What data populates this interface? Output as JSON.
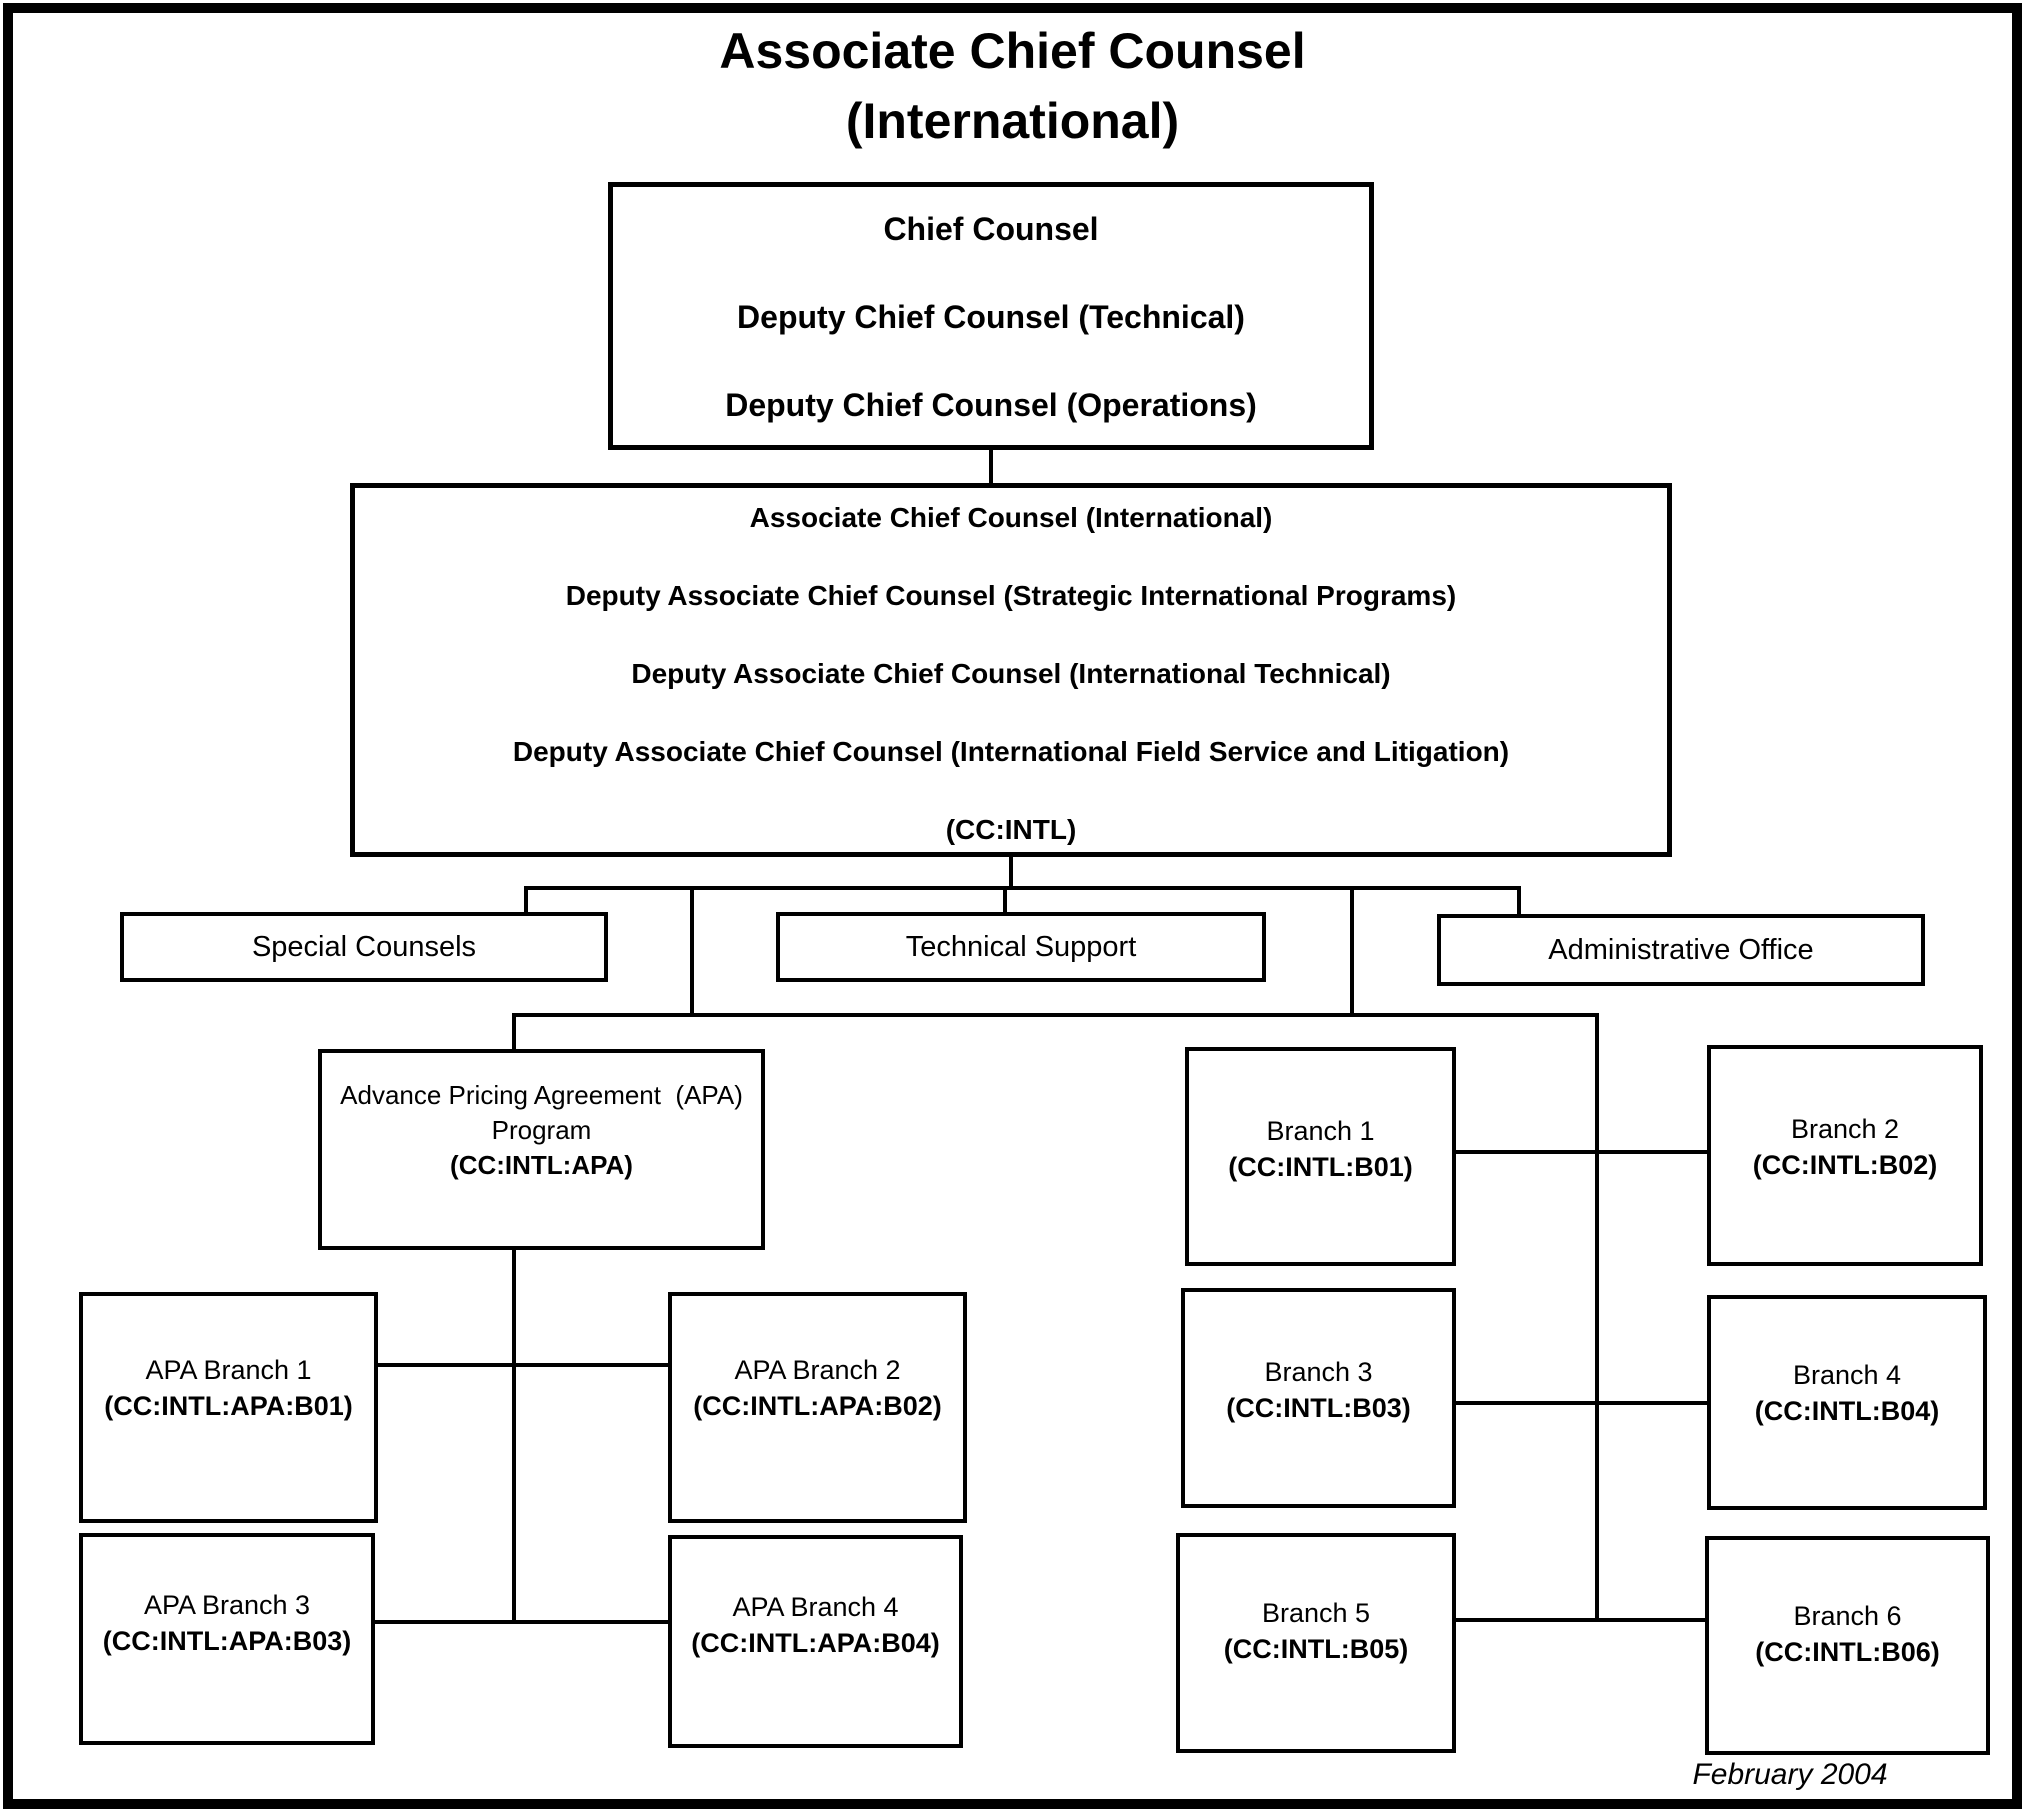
{
  "page": {
    "title_line1": "Associate Chief Counsel",
    "title_line2": "(International)",
    "footer_date": "February 2004"
  },
  "colors": {
    "ink": "#000000",
    "paper": "#ffffff"
  },
  "chief_counsel_box": {
    "lines": [
      "Chief Counsel",
      "Deputy Chief Counsel (Technical)",
      "Deputy Chief Counsel (Operations)"
    ]
  },
  "intl_box": {
    "lines": [
      "Associate Chief Counsel (International)",
      "Deputy Associate Chief Counsel (Strategic International Programs)",
      "Deputy Associate Chief Counsel (International Technical)",
      "Deputy Associate Chief Counsel (International Field Service and Litigation)",
      "(CC:INTL)"
    ]
  },
  "offices": {
    "special_counsels": "Special Counsels",
    "technical_support": "Technical Support",
    "administrative_office": "Administrative Office"
  },
  "apa_program": {
    "line1": "Advance Pricing Agreement  (APA)",
    "line2": "Program",
    "code": "(CC:INTL:APA)"
  },
  "apa_branches": [
    {
      "name": "APA Branch 1",
      "code": "(CC:INTL:APA:B01)"
    },
    {
      "name": "APA Branch 2",
      "code": "(CC:INTL:APA:B02)"
    },
    {
      "name": "APA Branch 3",
      "code": "(CC:INTL:APA:B03)"
    },
    {
      "name": "APA Branch 4",
      "code": "(CC:INTL:APA:B04)"
    }
  ],
  "branches": [
    {
      "name": "Branch 1",
      "code": "(CC:INTL:B01)"
    },
    {
      "name": "Branch 2",
      "code": "(CC:INTL:B02)"
    },
    {
      "name": "Branch 3",
      "code": "(CC:INTL:B03)"
    },
    {
      "name": "Branch 4",
      "code": "(CC:INTL:B04)"
    },
    {
      "name": "Branch 5",
      "code": "(CC:INTL:B05)"
    },
    {
      "name": "Branch 6",
      "code": "(CC:INTL:B06)"
    }
  ]
}
